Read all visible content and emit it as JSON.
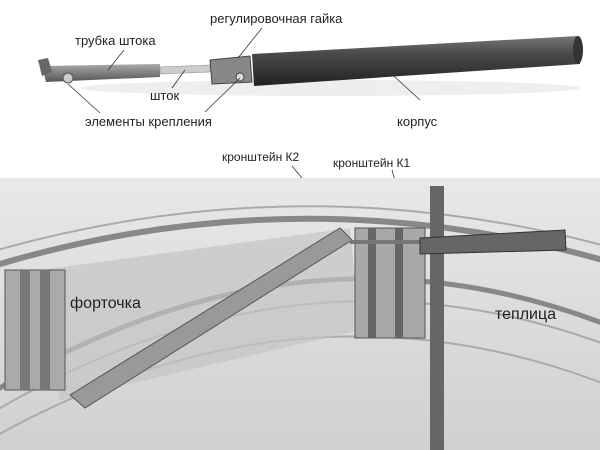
{
  "top_diagram": {
    "labels": {
      "rod_tube": "трубка штока",
      "adjusting_nut": "регулировочная гайка",
      "rod": "шток",
      "mounting_elements": "элементы крепления",
      "body": "корпус"
    }
  },
  "bottom_photo": {
    "labels": {
      "bracket_k2": "кронштейн К2",
      "bracket_k1": "кронштейн К1",
      "vent_window": "форточка",
      "greenhouse": "теплица"
    }
  }
}
